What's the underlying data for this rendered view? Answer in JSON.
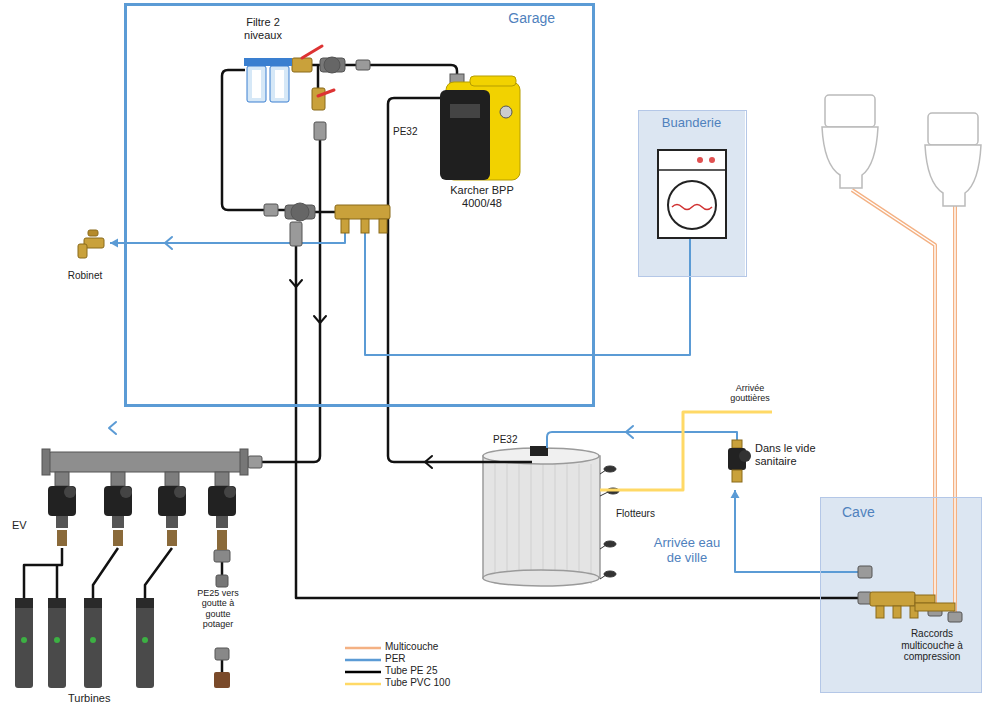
{
  "diagram": {
    "nodes": [
      {
        "text": [
          "Garage"
        ]
      },
      {
        "text": [
          "Filtre 2 niveaux"
        ],
        "in": 0
      },
      {
        "text": [
          "Karcher BPP 4000/48"
        ],
        "in": 0
      },
      {
        "text": [
          "Robinet"
        ]
      },
      {
        "text": [
          "Buanderie"
        ]
      },
      {
        "text": [
          "Dans le vide sanitaire"
        ]
      },
      {
        "text": [
          "Cave"
        ]
      }
    ],
    "edges": [
      {
        "from": 2,
        "to": 1,
        "arrow": "none"
      },
      {
        "from": 0,
        "to": 3,
        "arrow": "to"
      },
      {
        "from": 0,
        "to": 4,
        "arrow": "none"
      },
      {
        "from": 0,
        "to": 6,
        "arrow": "none"
      },
      {
        "from": 6,
        "to": 5,
        "arrow": "to",
        "label": "Arrivée eau de ville"
      }
    ],
    "labels": [
      "PE32",
      "PE32",
      "Arrivée gouttières",
      "Flotteurs",
      "EV",
      "PE25 vers goutte à goutte potager",
      "Turbines",
      "Raccords multicouche à compression"
    ],
    "legend": [
      {
        "text": "Multicouche",
        "color": "#f4b183"
      },
      {
        "text": "PER",
        "color": "#5b9bd5"
      },
      {
        "text": "Tube PE 25",
        "color": "#000000"
      },
      {
        "text": "Tube PVC 100",
        "color": "#ffd966"
      }
    ]
  }
}
